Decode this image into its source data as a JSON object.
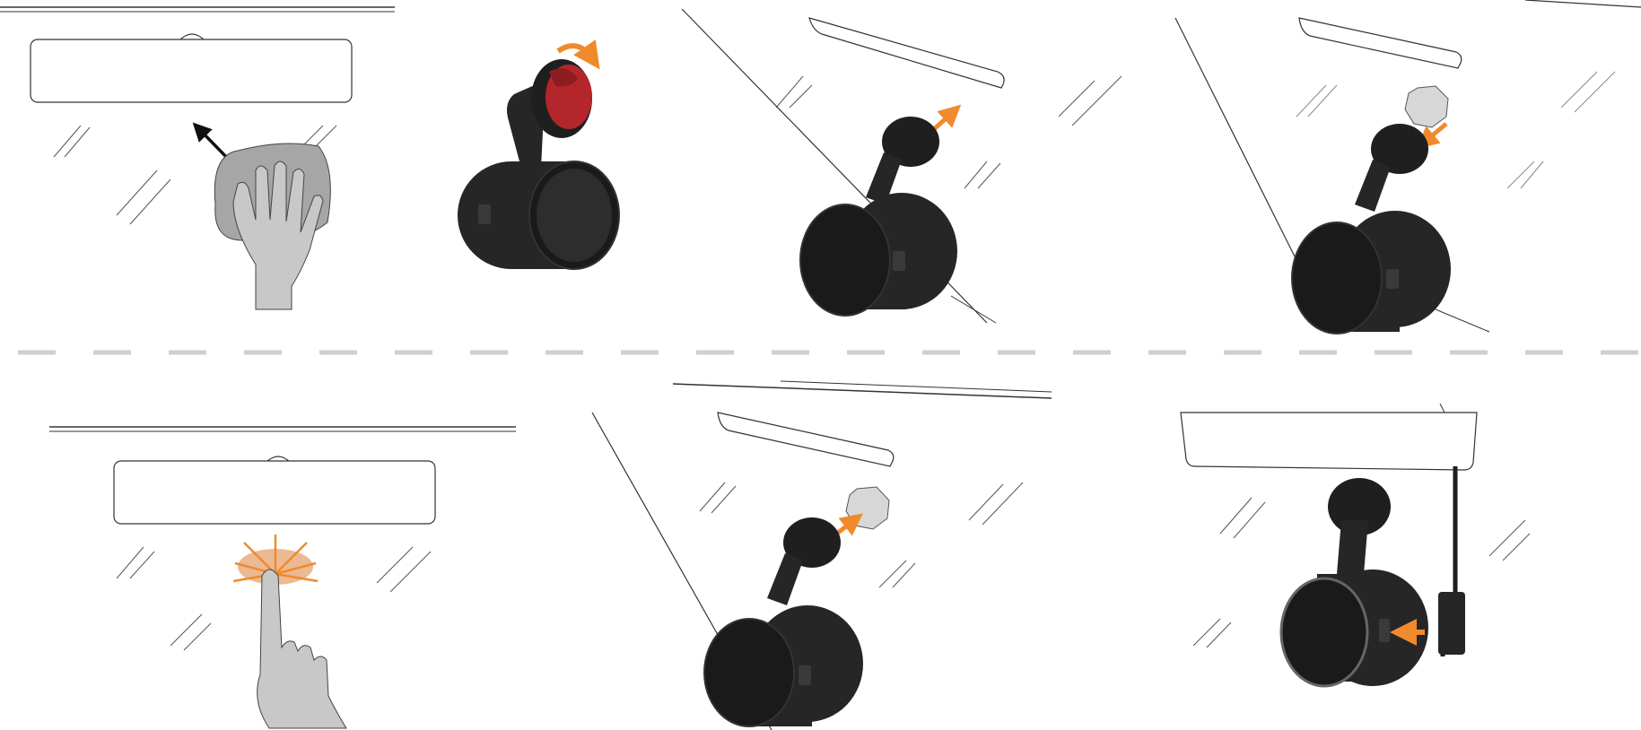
{
  "figure": {
    "description_free": true,
    "panels": [
      {
        "id": "clean-windshield",
        "icon": "hand-wiping-cloth-icon",
        "arrow": "arrow-up-left-icon"
      },
      {
        "id": "peel-adhesive",
        "icon": "dashcam-mount-adhesive-icon",
        "arrow": "curved-arrow-icon"
      },
      {
        "id": "mount-to-glass",
        "icon": "dashcam-on-windshield-icon",
        "arrow": "arrow-up-right-icon"
      },
      {
        "id": "attach-pad",
        "icon": "dashcam-with-pad-icon",
        "arrow": "arrow-down-left-icon"
      },
      {
        "id": "press-to-glass",
        "icon": "finger-press-icon",
        "arrow": "press-burst-icon"
      },
      {
        "id": "attach-pad-lower",
        "icon": "dashcam-with-pad-icon",
        "arrow": "arrow-up-right-icon"
      },
      {
        "id": "plug-cable",
        "icon": "dashcam-cable-icon",
        "arrow": "arrow-left-icon"
      }
    ]
  },
  "colors": {
    "accent": "#f08a2c",
    "adhesive": "#b3262b",
    "camera": "#262626",
    "camera_face": "#1a1a1a",
    "hand": "#c8c8c8",
    "line": "#333333",
    "divider": "#cfcfcf"
  }
}
